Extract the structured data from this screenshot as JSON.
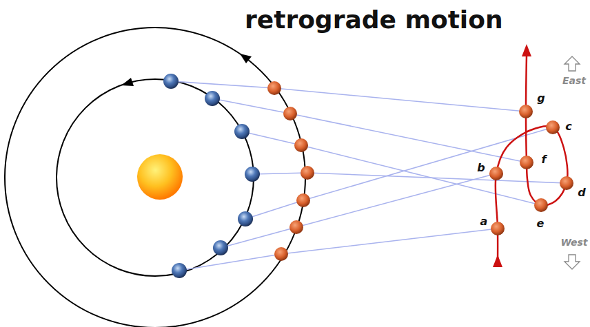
{
  "diagram": {
    "title": "retrograde motion",
    "labels": [
      "g",
      "East",
      "c",
      "b",
      "f",
      "d",
      "a",
      "e",
      "West"
    ]
  }
}
